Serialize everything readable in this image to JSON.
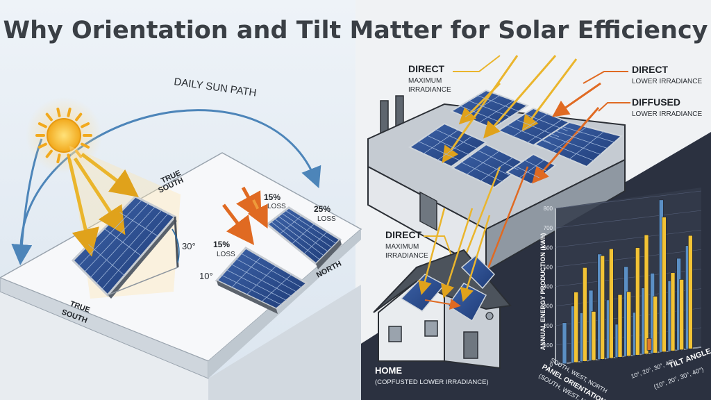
{
  "title": "Why Orientation and Tilt Matter for Solar Efficiency",
  "left_panel": {
    "sun_path_label": "DAILY SUN PATH",
    "true_south_top": [
      "TRUE",
      "SOUTH"
    ],
    "true_south_bottom": [
      "TRUE",
      "SOUTH"
    ],
    "tilt_30": "30°",
    "tilt_10": "10°",
    "loss_15_top": [
      "15%",
      "LOSS"
    ],
    "loss_15_mid": [
      "15%",
      "LOSS"
    ],
    "loss_25": [
      "25%",
      "LOSS"
    ],
    "north": "NORTH"
  },
  "right_panel": {
    "direct_max_top": {
      "title": "DIRECT",
      "lines": [
        "MAXIMUM",
        "IRRADIANCE"
      ]
    },
    "direct_lower": {
      "title": "DIRECT",
      "lines": [
        "LOWER IRRADIANCE"
      ]
    },
    "diffused_lower": {
      "title": "DIFFUSED",
      "lines": [
        "LOWER IRRADIANCE"
      ]
    },
    "direct_max_mid": {
      "title": "DIRECT",
      "lines": [
        "MAXIMUM",
        "IRRADIANCE"
      ]
    },
    "home_label": "HOME",
    "home_sub": "(COPFUSTED LOWER IRRADIANCE)"
  },
  "chart_data": {
    "type": "bar",
    "ylabel": "ANNUAL ENERGY PRODUCTION (kWh)",
    "yticks": [
      0,
      100,
      200,
      300,
      400,
      500,
      600,
      700,
      800
    ],
    "ylim": [
      0,
      800
    ],
    "xlabel": "PANEL ORIENTATION",
    "xlabel_sub": "(SOUTH, WEST, NORTH)",
    "x_ticks": "SOUTH, WEST, NORTH",
    "zlabel": "TILT ANGLE",
    "zlabel_sub": "(10°, 20°, 30°, 40°)",
    "z_ticks": "10°, 20°, 30°, 40°",
    "colors": {
      "blue": "#5b8fc4",
      "yellow": "#f2c335",
      "orange": "#e07a2c"
    },
    "series": [
      {
        "values": [
          210,
          290,
          250,
          360,
          540,
          300,
          170,
          460,
          220,
          340,
          410,
          780,
          360,
          470,
          530
        ]
      },
      {
        "values": [
          0,
          360,
          480,
          250,
          530,
          560,
          320,
          330,
          550,
          610,
          290,
          690,
          400,
          360,
          580
        ]
      },
      {
        "values": [
          0,
          0,
          0,
          0,
          0,
          0,
          0,
          0,
          0,
          60,
          0,
          0,
          0,
          0,
          0
        ]
      }
    ]
  }
}
